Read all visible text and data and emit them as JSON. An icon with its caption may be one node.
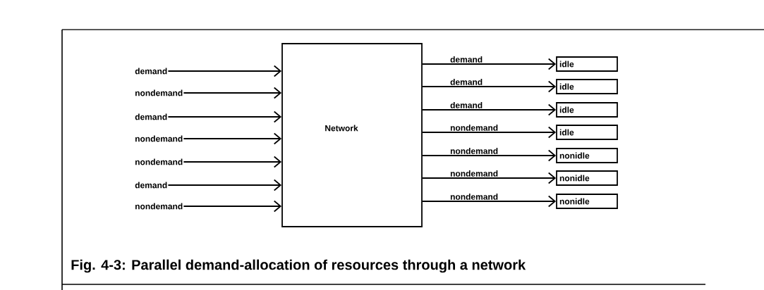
{
  "diagram": {
    "caption": "Fig. 4-3: Parallel demand-allocation of resources through a network",
    "nodes": [
      {
        "text": [
          "demand"
        ]
      },
      {
        "text": [
          "nondemand"
        ]
      },
      {
        "text": [
          "demand"
        ]
      },
      {
        "text": [
          "nondemand"
        ]
      },
      {
        "text": [
          "nondemand"
        ]
      },
      {
        "text": [
          "demand"
        ]
      },
      {
        "text": [
          "nondemand"
        ]
      },
      {
        "text": [
          "Network"
        ]
      },
      {
        "text": [
          "idle"
        ]
      },
      {
        "text": [
          "idle"
        ]
      },
      {
        "text": [
          "idle"
        ]
      },
      {
        "text": [
          "idle"
        ]
      },
      {
        "text": [
          "nonidle"
        ]
      },
      {
        "text": [
          "nonidle"
        ]
      },
      {
        "text": [
          "nonidle"
        ]
      }
    ],
    "edges": [
      {
        "from": 0,
        "to": 7,
        "arrow": "to"
      },
      {
        "from": 1,
        "to": 7,
        "arrow": "to"
      },
      {
        "from": 2,
        "to": 7,
        "arrow": "to"
      },
      {
        "from": 3,
        "to": 7,
        "arrow": "to"
      },
      {
        "from": 4,
        "to": 7,
        "arrow": "to"
      },
      {
        "from": 5,
        "to": 7,
        "arrow": "to"
      },
      {
        "from": 6,
        "to": 7,
        "arrow": "to"
      },
      {
        "from": 7,
        "to": 8,
        "arrow": "to",
        "label": "demand"
      },
      {
        "from": 7,
        "to": 9,
        "arrow": "to",
        "label": "demand"
      },
      {
        "from": 7,
        "to": 10,
        "arrow": "to",
        "label": "demand"
      },
      {
        "from": 7,
        "to": 11,
        "arrow": "to",
        "label": "nondemand"
      },
      {
        "from": 7,
        "to": 12,
        "arrow": "to",
        "label": "nondemand"
      },
      {
        "from": 7,
        "to": 13,
        "arrow": "to",
        "label": "nondemand"
      },
      {
        "from": 7,
        "to": 14,
        "arrow": "to",
        "label": "nondemand"
      }
    ]
  }
}
